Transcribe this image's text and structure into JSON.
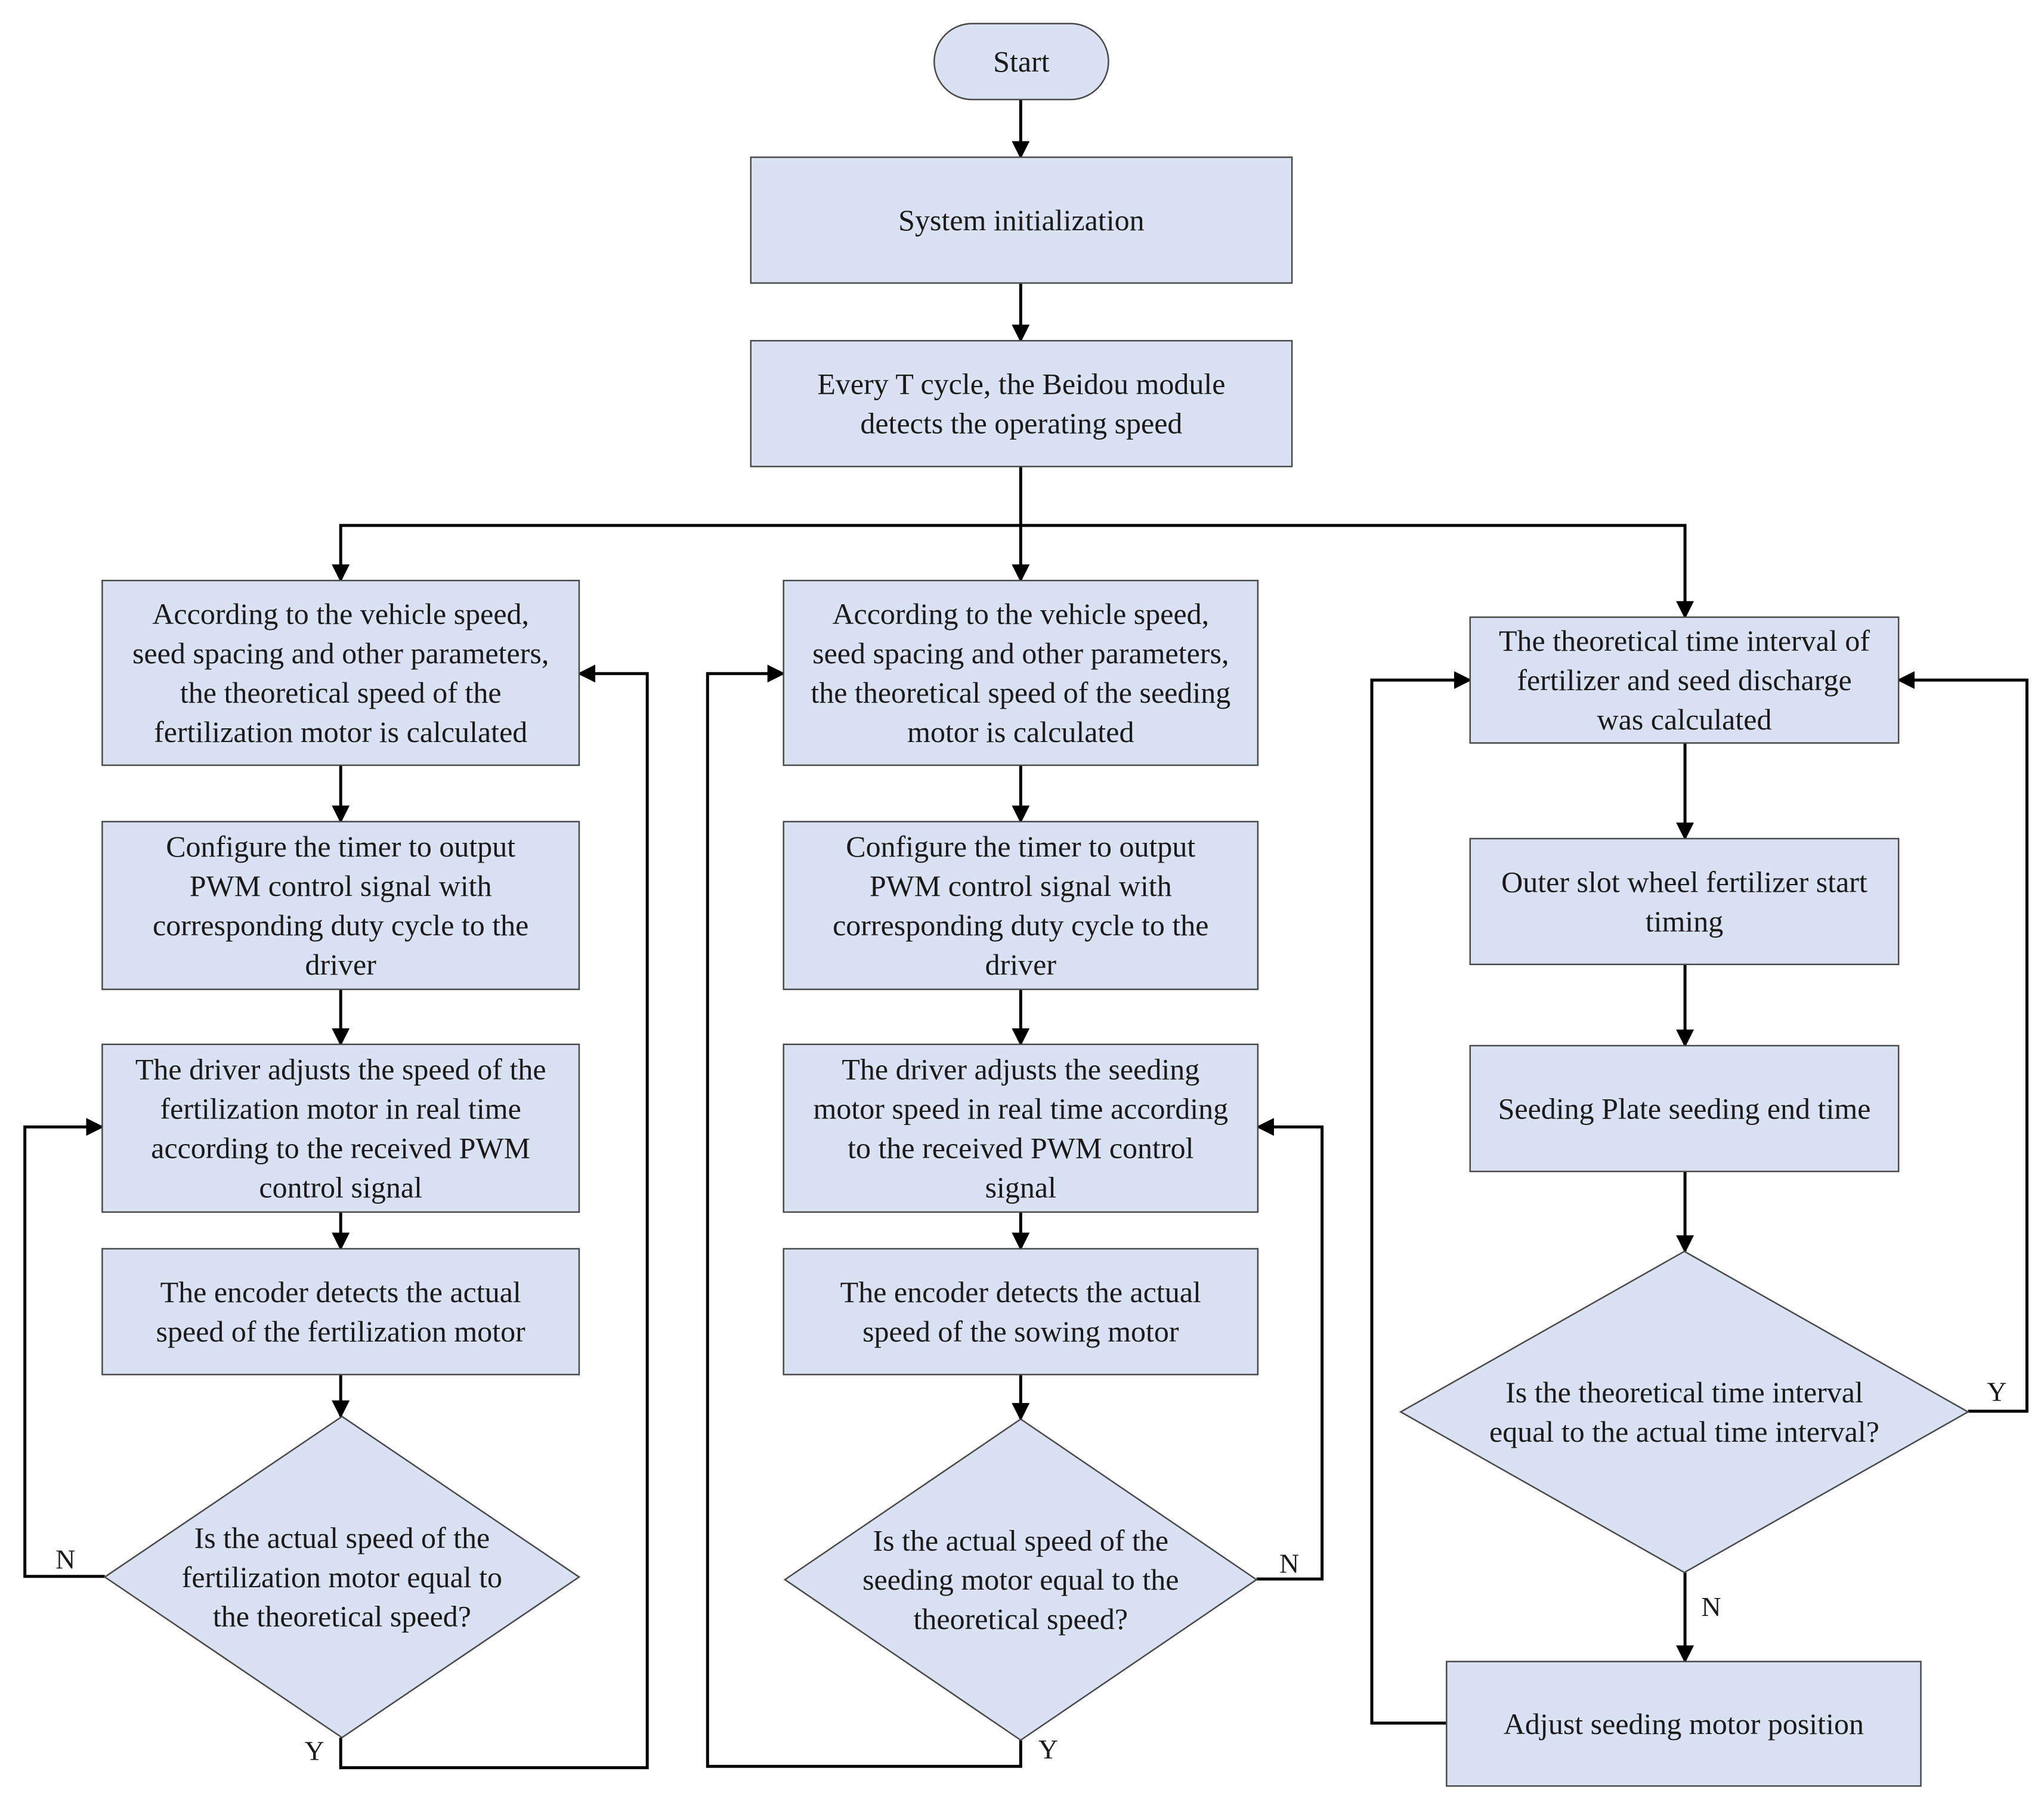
{
  "diagram": {
    "type": "flowchart",
    "colors": {
      "node_fill": "#dae1f2",
      "node_stroke": "#4a4a4a",
      "edge": "#000000",
      "text": "#1a1a1a"
    },
    "nodes": {
      "start": {
        "shape": "terminal",
        "lines": [
          "Start"
        ]
      },
      "init": {
        "shape": "process",
        "lines": [
          "System initialization"
        ]
      },
      "detect": {
        "shape": "process",
        "lines": [
          "Every T cycle, the Beidou module",
          "detects the operating speed"
        ]
      },
      "l_calc": {
        "shape": "process",
        "lines": [
          "According to the vehicle speed,",
          "seed spacing and other parameters,",
          "the theoretical speed of the",
          "fertilization motor is calculated"
        ]
      },
      "l_cfg": {
        "shape": "process",
        "lines": [
          "Configure the timer to output",
          "PWM control signal with",
          "corresponding duty cycle to the",
          "driver"
        ]
      },
      "l_adj": {
        "shape": "process",
        "lines": [
          "The driver adjusts the speed of the",
          "fertilization motor in real time",
          "according to the received PWM",
          "control signal"
        ]
      },
      "l_enc": {
        "shape": "process",
        "lines": [
          "The encoder detects the actual",
          "speed of the fertilization motor"
        ]
      },
      "l_dec": {
        "shape": "decision",
        "lines": [
          "Is the actual speed of the",
          "fertilization motor equal to",
          "the theoretical speed?"
        ]
      },
      "m_calc": {
        "shape": "process",
        "lines": [
          "According to the vehicle speed,",
          "seed spacing and other parameters,",
          "the theoretical speed of the seeding",
          "motor is calculated"
        ]
      },
      "m_cfg": {
        "shape": "process",
        "lines": [
          "Configure the timer to output",
          "PWM control signal with",
          "corresponding duty cycle to the",
          "driver"
        ]
      },
      "m_adj": {
        "shape": "process",
        "lines": [
          "The driver adjusts the seeding",
          "motor speed in real time according",
          "to the received PWM control",
          "signal"
        ]
      },
      "m_enc": {
        "shape": "process",
        "lines": [
          "The encoder detects the actual",
          "speed of the sowing motor"
        ]
      },
      "m_dec": {
        "shape": "decision",
        "lines": [
          "Is the actual speed of the",
          "seeding motor equal to the",
          "theoretical speed?"
        ]
      },
      "r_calc": {
        "shape": "process",
        "lines": [
          "The theoretical time interval of",
          "fertilizer and seed discharge",
          "was calculated"
        ]
      },
      "r_start": {
        "shape": "process",
        "lines": [
          "Outer slot wheel fertilizer start",
          "timing"
        ]
      },
      "r_end": {
        "shape": "process",
        "lines": [
          "Seeding Plate seeding end time"
        ]
      },
      "r_dec": {
        "shape": "decision",
        "lines": [
          "Is the theoretical time interval",
          "equal to the actual time interval?"
        ]
      },
      "r_adj": {
        "shape": "process",
        "lines": [
          "Adjust seeding motor position"
        ]
      }
    },
    "edge_labels": {
      "l_no": "N",
      "l_yes": "Y",
      "m_no": "N",
      "m_yes": "Y",
      "r_yes": "Y",
      "r_no": "N"
    }
  }
}
